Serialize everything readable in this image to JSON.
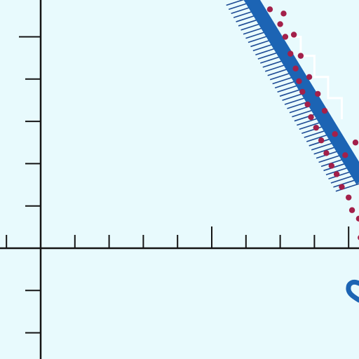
{
  "colors": {
    "background": "#e8fafd",
    "axis": "#141414",
    "band": "#1c64b4",
    "band_stripe": "#ffffff",
    "hatch": "#1c4a94",
    "points": "#a3204a",
    "partial_glyph": "#1c64b4"
  },
  "chart_data": {
    "type": "scatter",
    "title": "",
    "xlabel": "",
    "ylabel": "",
    "xlim": [
      -1.0,
      9.4
    ],
    "ylim": [
      -2.6,
      6.0
    ],
    "grid": false,
    "legend": "none",
    "x_ticks": [
      0,
      1,
      2,
      3,
      4,
      5,
      6,
      7,
      8,
      9
    ],
    "x_major_ticks": [
      5,
      9
    ],
    "y_ticks": [
      -2,
      -1,
      1,
      2,
      3,
      4,
      5
    ],
    "y_major_ticks": [
      5
    ],
    "band": {
      "description_points": [
        [
          6.0,
          6.1
        ],
        [
          9.4,
          1.6
        ]
      ],
      "stripe_steps": [
        [
          7.3,
          5.0
        ],
        [
          7.6,
          4.55
        ],
        [
          8.0,
          4.05
        ],
        [
          8.4,
          3.55
        ],
        [
          8.8,
          3.05
        ]
      ]
    },
    "hatch": {
      "count": 46,
      "start": [
        6.2,
        5.95
      ],
      "end": [
        9.4,
        1.55
      ],
      "length": 0.9
    },
    "series": [
      {
        "values": [
          [
            6.7,
            5.65
          ],
          [
            7.0,
            5.3
          ],
          [
            7.15,
            5.0
          ],
          [
            7.3,
            4.6
          ],
          [
            7.45,
            4.25
          ],
          [
            7.55,
            3.95
          ],
          [
            7.65,
            3.7
          ],
          [
            7.8,
            3.4
          ],
          [
            7.9,
            3.1
          ],
          [
            8.05,
            2.85
          ],
          [
            8.2,
            2.55
          ],
          [
            8.35,
            2.25
          ],
          [
            8.5,
            1.95
          ],
          [
            8.65,
            1.75
          ],
          [
            8.8,
            1.45
          ],
          [
            9.0,
            1.2
          ],
          [
            9.1,
            0.9
          ],
          [
            9.3,
            0.7
          ],
          [
            9.35,
            0.25
          ],
          [
            8.9,
            2.2
          ],
          [
            9.2,
            2.5
          ],
          [
            8.6,
            2.7
          ],
          [
            8.3,
            3.25
          ],
          [
            8.1,
            3.65
          ],
          [
            7.85,
            4.05
          ],
          [
            7.6,
            4.55
          ],
          [
            7.4,
            5.05
          ],
          [
            7.1,
            5.55
          ]
        ]
      }
    ]
  }
}
